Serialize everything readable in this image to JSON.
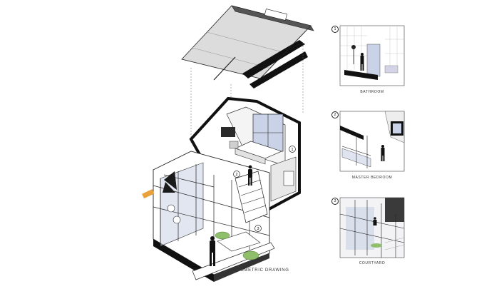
{
  "main_drawing": {
    "title": "ISOMETRIC DRAWING",
    "markers": [
      "1",
      "2",
      "3"
    ]
  },
  "vignettes": [
    {
      "number": "1",
      "label": "BATHROOM"
    },
    {
      "number": "2",
      "label": "MASTER BEDROOM"
    },
    {
      "number": "3",
      "label": "COURTYARD"
    }
  ],
  "colors": {
    "ink": "#111111",
    "roof": "#dcdcdc",
    "glass": "#c9d2e6",
    "plant": "#8fbf6a",
    "dark_wall": "#3a3a3a"
  }
}
